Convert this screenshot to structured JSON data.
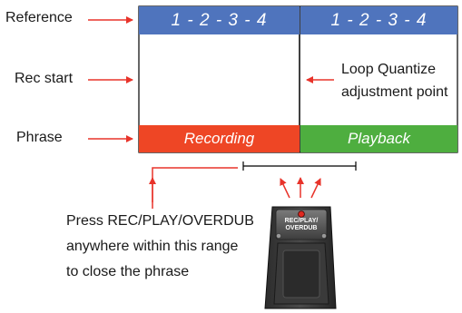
{
  "labels": {
    "reference": "Reference",
    "rec_start": "Rec start",
    "phrase": "Phrase"
  },
  "reference_beats": [
    "1 - 2 - 3 - 4",
    "1 - 2 - 3 - 4"
  ],
  "phrase": {
    "recording": "Recording",
    "playback": "Playback"
  },
  "loop_quantize": [
    "Loop Quantize",
    "adjustment point"
  ],
  "instruction": [
    "Press REC/PLAY/OVERDUB",
    "anywhere within this range",
    "to close the phrase"
  ],
  "pedal": {
    "label_line1": "REC/PLAY/",
    "label_line2": "OVERDUB"
  },
  "colors": {
    "reference_bar": "#4f74bd",
    "recording": "#ee4625",
    "playback": "#4eae3f",
    "arrows": "#e8332a",
    "pedal_led": "#e0281f"
  }
}
